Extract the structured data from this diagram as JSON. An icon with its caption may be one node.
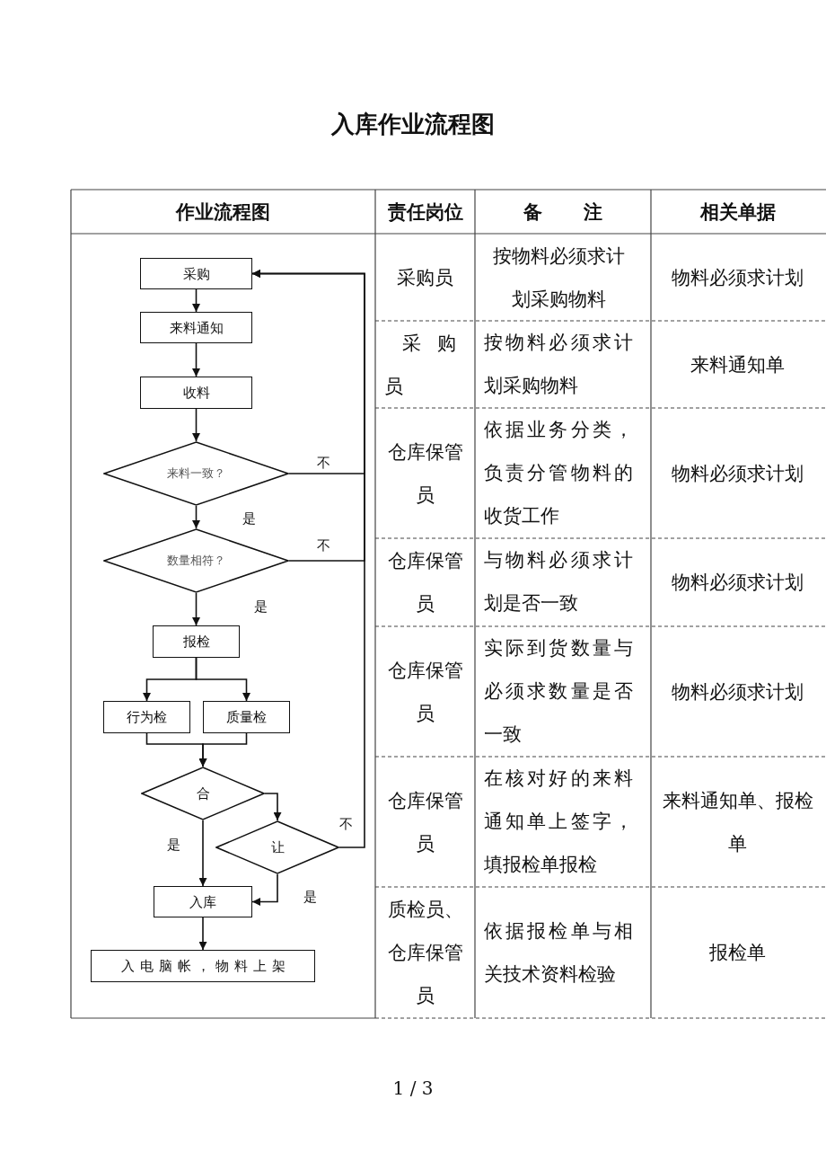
{
  "diagram": {
    "title": "入库作业流程图",
    "nodes": [
      {
        "text": [
          "采购"
        ]
      },
      {
        "text": [
          "来料通知"
        ]
      },
      {
        "text": [
          "收料"
        ]
      },
      {
        "text": [
          "来料一致？"
        ]
      },
      {
        "text": [
          "数量相符？"
        ]
      },
      {
        "text": [
          "报检"
        ]
      },
      {
        "text": [
          "行为检"
        ]
      },
      {
        "text": [
          "质量检"
        ]
      },
      {
        "text": [
          "合"
        ]
      },
      {
        "text": [
          "让"
        ]
      },
      {
        "text": [
          "入库"
        ]
      },
      {
        "text": [
          "入电脑帐，物料上架"
        ]
      }
    ],
    "edges": [
      {
        "from": 0,
        "to": 1,
        "arrow": "to"
      },
      {
        "from": 1,
        "to": 2,
        "arrow": "to"
      },
      {
        "from": 2,
        "to": 3,
        "arrow": "to"
      },
      {
        "from": 3,
        "to": 4,
        "arrow": "to",
        "label": "是"
      },
      {
        "from": 3,
        "to": 0,
        "arrow": "to",
        "label": "不"
      },
      {
        "from": 4,
        "to": 0,
        "arrow": "to",
        "label": "不"
      },
      {
        "from": 4,
        "to": 5,
        "arrow": "to",
        "label": "是"
      },
      {
        "from": 5,
        "to": 6,
        "arrow": "to"
      },
      {
        "from": 5,
        "to": 7,
        "arrow": "to"
      },
      {
        "from": 6,
        "to": 8,
        "arrow": "to"
      },
      {
        "from": 7,
        "to": 8,
        "arrow": "to"
      },
      {
        "from": 8,
        "to": 10,
        "arrow": "to",
        "label": "是"
      },
      {
        "from": 8,
        "to": 9,
        "arrow": "to"
      },
      {
        "from": 9,
        "to": 0,
        "arrow": "to",
        "label": "不"
      },
      {
        "from": 9,
        "to": 10,
        "arrow": "to",
        "label": "是"
      },
      {
        "from": 10,
        "to": 11,
        "arrow": "to"
      }
    ],
    "labels": [
      "作业流程图",
      "责任岗位",
      "备注",
      "相关单据",
      "采购员",
      "按物料必须求计划采购物料",
      "物料必须求计划",
      "采购员",
      "按物料必须求计划采购物料",
      "来料通知单",
      "仓库保管员",
      "依据业务分类，负责分管物料的收货工作",
      "物料必须求计划",
      "仓库保管员",
      "与物料必须求计划是否一致",
      "物料必须求计划",
      "仓库保管员",
      "实际到货数量与必须求数量是否一致",
      "物料必须求计划",
      "仓库保管员",
      "在核对好的来料通知单上签字，填报检单报检",
      "来料通知单、报检单",
      "质检员、仓库保管员",
      "依据报检单与相关技术资料检验",
      "报检单",
      "1 / 3"
    ]
  }
}
